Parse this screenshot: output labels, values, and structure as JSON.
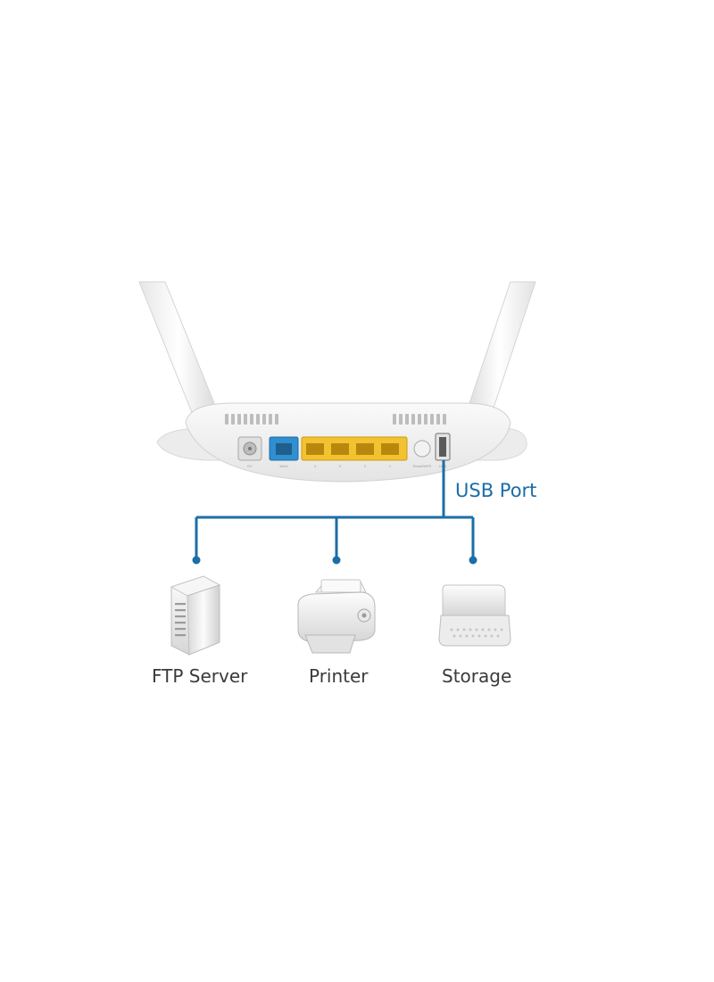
{
  "callout": {
    "usb_port_label": "USB Port"
  },
  "devices": [
    {
      "name": "ftp-server",
      "label": "FTP Server",
      "icon": "server-icon"
    },
    {
      "name": "printer",
      "label": "Printer",
      "icon": "printer-icon"
    },
    {
      "name": "storage",
      "label": "Storage",
      "icon": "storage-icon"
    }
  ],
  "router": {
    "lan_ports": 4,
    "port_labels": [
      "DC",
      "WAN",
      "4",
      "3",
      "2",
      "1",
      "Reset/WPS",
      "USB"
    ]
  },
  "colors": {
    "connector_line": "#1b6ea6",
    "wan_port": "#2f8fd0",
    "lan_port": "#f2c230",
    "router_body": "#f3f3f3"
  }
}
